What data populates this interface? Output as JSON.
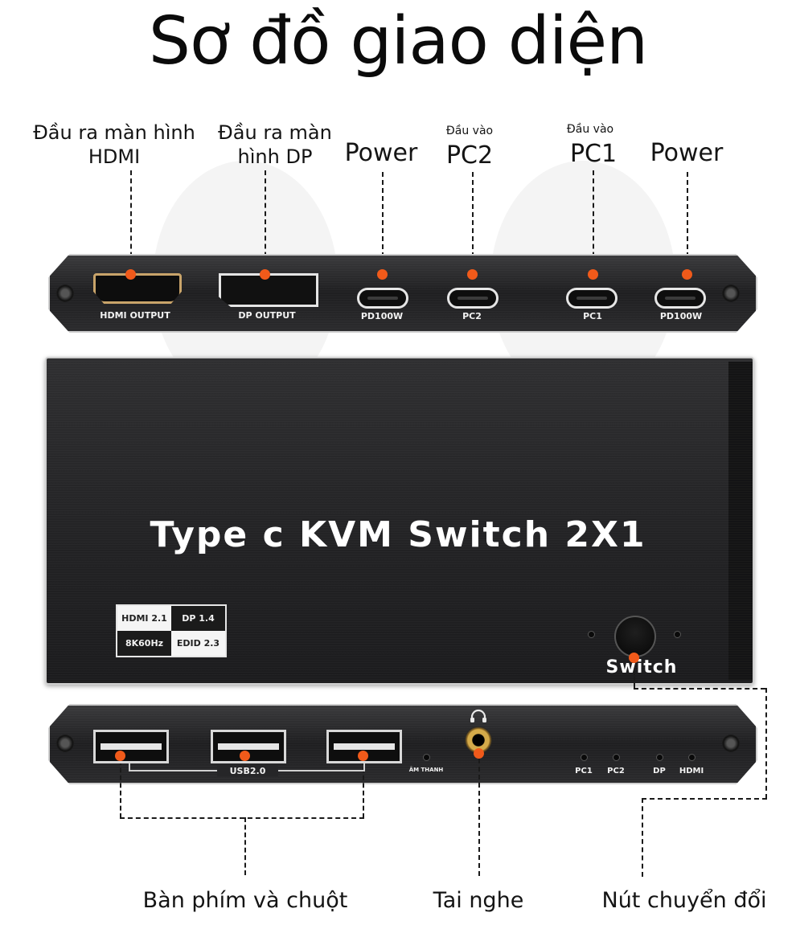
{
  "title": "Sơ đồ giao diện",
  "callouts": {
    "hdmi_out": "Đầu ra màn hình HDMI",
    "dp_out": "Đầu ra màn hình DP",
    "power_left": "Power",
    "pc2_small": "Đầu vào",
    "pc2_big": "PC2",
    "pc1_small": "Đầu vào",
    "pc1_big": "PC1",
    "power_right": "Power",
    "keyboard_mouse": "Bàn phím và chuột",
    "headphone": "Tai nghe",
    "switch_button": "Nút chuyển đổi"
  },
  "top_panel": {
    "hdmi_label": "HDMI OUTPUT",
    "dp_label": "DP OUTPUT",
    "pd_left": "PD100W",
    "pc2": "PC2",
    "pc1": "PC1",
    "pd_right": "PD100W"
  },
  "device": {
    "name": "Type c KVM Switch 2X1",
    "specs": [
      "HDMI 2.1",
      "DP 1.4",
      "8K60Hz",
      "EDID 2.3"
    ],
    "switch_label": "Switch"
  },
  "bottom_panel": {
    "usb_label": "USB2.0",
    "audio_label": "ÂM THANH",
    "leds": [
      "PC1",
      "PC2",
      "DP",
      "HDMI"
    ]
  },
  "colors": {
    "accent_dot": "#f15a1a",
    "device_body": "#222224",
    "hdmi_gold": "#c9a46a"
  }
}
